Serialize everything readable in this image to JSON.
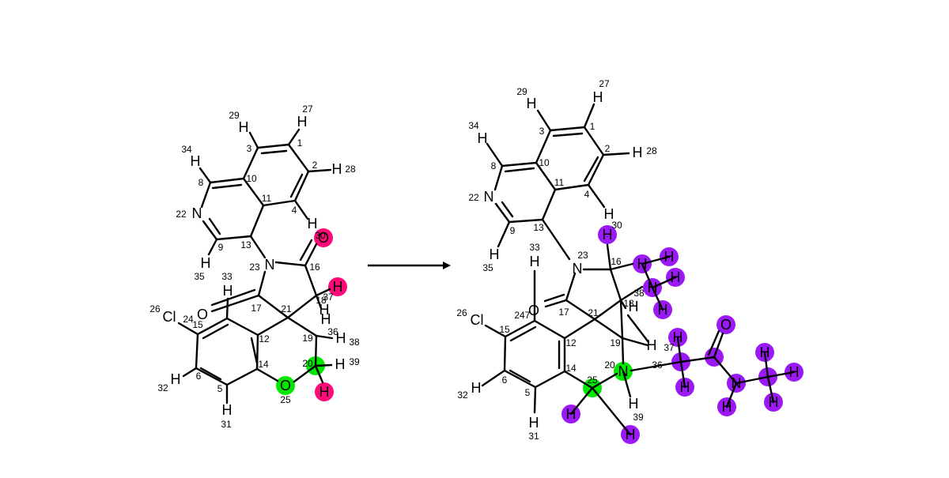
{
  "colors": {
    "bond": "#000000",
    "hl_pink": "#ff0a78",
    "hl_green": "#00e800",
    "hl_purple": "#9b19f5"
  },
  "left": {
    "atoms": [
      {
        "el": "H",
        "hl": "none"
      },
      {
        "el": "H",
        "hl": "none"
      },
      {
        "el": "H",
        "hl": "none"
      },
      {
        "el": "H",
        "hl": "none"
      },
      {
        "el": "N",
        "hl": "none"
      },
      {
        "el": "H",
        "hl": "none"
      },
      {
        "el": "N",
        "hl": "none"
      },
      {
        "el": "O",
        "hl": "pink"
      },
      {
        "el": "H",
        "hl": "pink"
      },
      {
        "el": "H",
        "hl": "none"
      },
      {
        "el": "O",
        "hl": "none"
      },
      {
        "el": "Cl",
        "hl": "none"
      },
      {
        "el": "H",
        "hl": "none"
      },
      {
        "el": "H",
        "hl": "none"
      },
      {
        "el": "H",
        "hl": "none"
      },
      {
        "el": "H",
        "hl": "none"
      },
      {
        "el": "H",
        "hl": "none"
      },
      {
        "el": "O",
        "hl": "green"
      },
      {
        "el": "H",
        "hl": "pink"
      },
      {
        "el": "C",
        "hl": "green"
      }
    ],
    "indices": [
      "29",
      "27",
      "34",
      "1",
      "3",
      "8",
      "2",
      "28",
      "10",
      "22",
      "11",
      "4",
      "9",
      "30",
      "13",
      "23",
      "16",
      "35",
      "33",
      "37",
      "18",
      "21",
      "17",
      "24",
      "26",
      "15",
      "19",
      "36",
      "38",
      "12",
      "20",
      "39",
      "14",
      "6",
      "32",
      "5",
      "25",
      "31"
    ]
  },
  "right": {
    "atoms": [
      {
        "el": "H",
        "hl": "none"
      },
      {
        "el": "H",
        "hl": "none"
      },
      {
        "el": "H",
        "hl": "none"
      },
      {
        "el": "H",
        "hl": "none"
      },
      {
        "el": "N",
        "hl": "none"
      },
      {
        "el": "H",
        "hl": "none"
      },
      {
        "el": "H",
        "hl": "purple"
      },
      {
        "el": "H",
        "hl": "none"
      },
      {
        "el": "N",
        "hl": "none"
      },
      {
        "el": "H",
        "hl": "purple"
      },
      {
        "el": "H",
        "hl": "purple"
      },
      {
        "el": "H",
        "hl": "purple"
      },
      {
        "el": "H",
        "hl": "purple"
      },
      {
        "el": "H",
        "hl": "purple"
      },
      {
        "el": "O",
        "hl": "none"
      },
      {
        "el": "Cl",
        "hl": "none"
      },
      {
        "el": "H",
        "hl": "none"
      },
      {
        "el": "H",
        "hl": "none"
      },
      {
        "el": "O",
        "hl": "purple"
      },
      {
        "el": "H",
        "hl": "purple"
      },
      {
        "el": "N",
        "hl": "green"
      },
      {
        "el": "N",
        "hl": "purple"
      },
      {
        "el": "H",
        "hl": "purple"
      },
      {
        "el": "H",
        "hl": "purple"
      },
      {
        "el": "H",
        "hl": "purple"
      },
      {
        "el": "H",
        "hl": "purple"
      },
      {
        "el": "H",
        "hl": "purple"
      },
      {
        "el": "H",
        "hl": "none"
      },
      {
        "el": "H",
        "hl": "none"
      },
      {
        "el": "H",
        "hl": "purple"
      },
      {
        "el": "H",
        "hl": "purple"
      }
    ],
    "indices": [
      "27",
      "29",
      "3",
      "1",
      "34",
      "2",
      "28",
      "10",
      "8",
      "11",
      "22",
      "4",
      "9",
      "13",
      "30",
      "33",
      "23",
      "16",
      "35",
      "38",
      "18",
      "24",
      "7",
      "17",
      "26",
      "15",
      "21",
      "19",
      "37",
      "12",
      "20",
      "36",
      "14",
      "6",
      "32",
      "5",
      "25",
      "39",
      "31"
    ]
  }
}
